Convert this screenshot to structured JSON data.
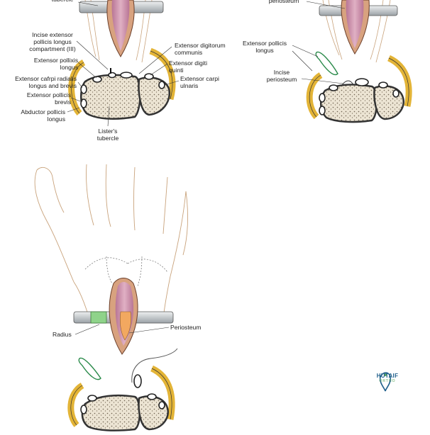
{
  "top_left": {
    "tubercle_top": "tubercle",
    "incise_epl": "Incise extensor\npollicis longus\ncompartment (III)",
    "epl": "Extensor pollixis\nlongus",
    "ecrlb": "Extensor cafrpi radialis\nlongus and brevis",
    "epb": "Extensor pollicis\nbrevis",
    "apl": "Abductor pollicis\nlongus",
    "listers": "Lister's\ntubercle",
    "edc": "Extensor digitorum\ncommunis",
    "edq": "Extensor digiti\nquinti",
    "ecu": "Extensor carpi\nulnaris"
  },
  "top_right": {
    "periosteum_top": "periosteum",
    "epl": "Extensor pollicis\nlongus",
    "incise_periosteum": "Incise\nperiosteum"
  },
  "bottom": {
    "radius": "Radius",
    "periosteum": "Periosteum"
  },
  "logo": {
    "name": "HUTAIF",
    "sub": "ORTHO"
  },
  "colors": {
    "bone": "#e6dcc8",
    "tendon_pink": "#c98aa6",
    "fat_yellow": "#e3b437",
    "radius_green": "#8fd38a",
    "retractor": "#cfd3d6",
    "line": "#333333",
    "logo_blue": "#1f5f8b",
    "logo_green": "#58a65c"
  }
}
